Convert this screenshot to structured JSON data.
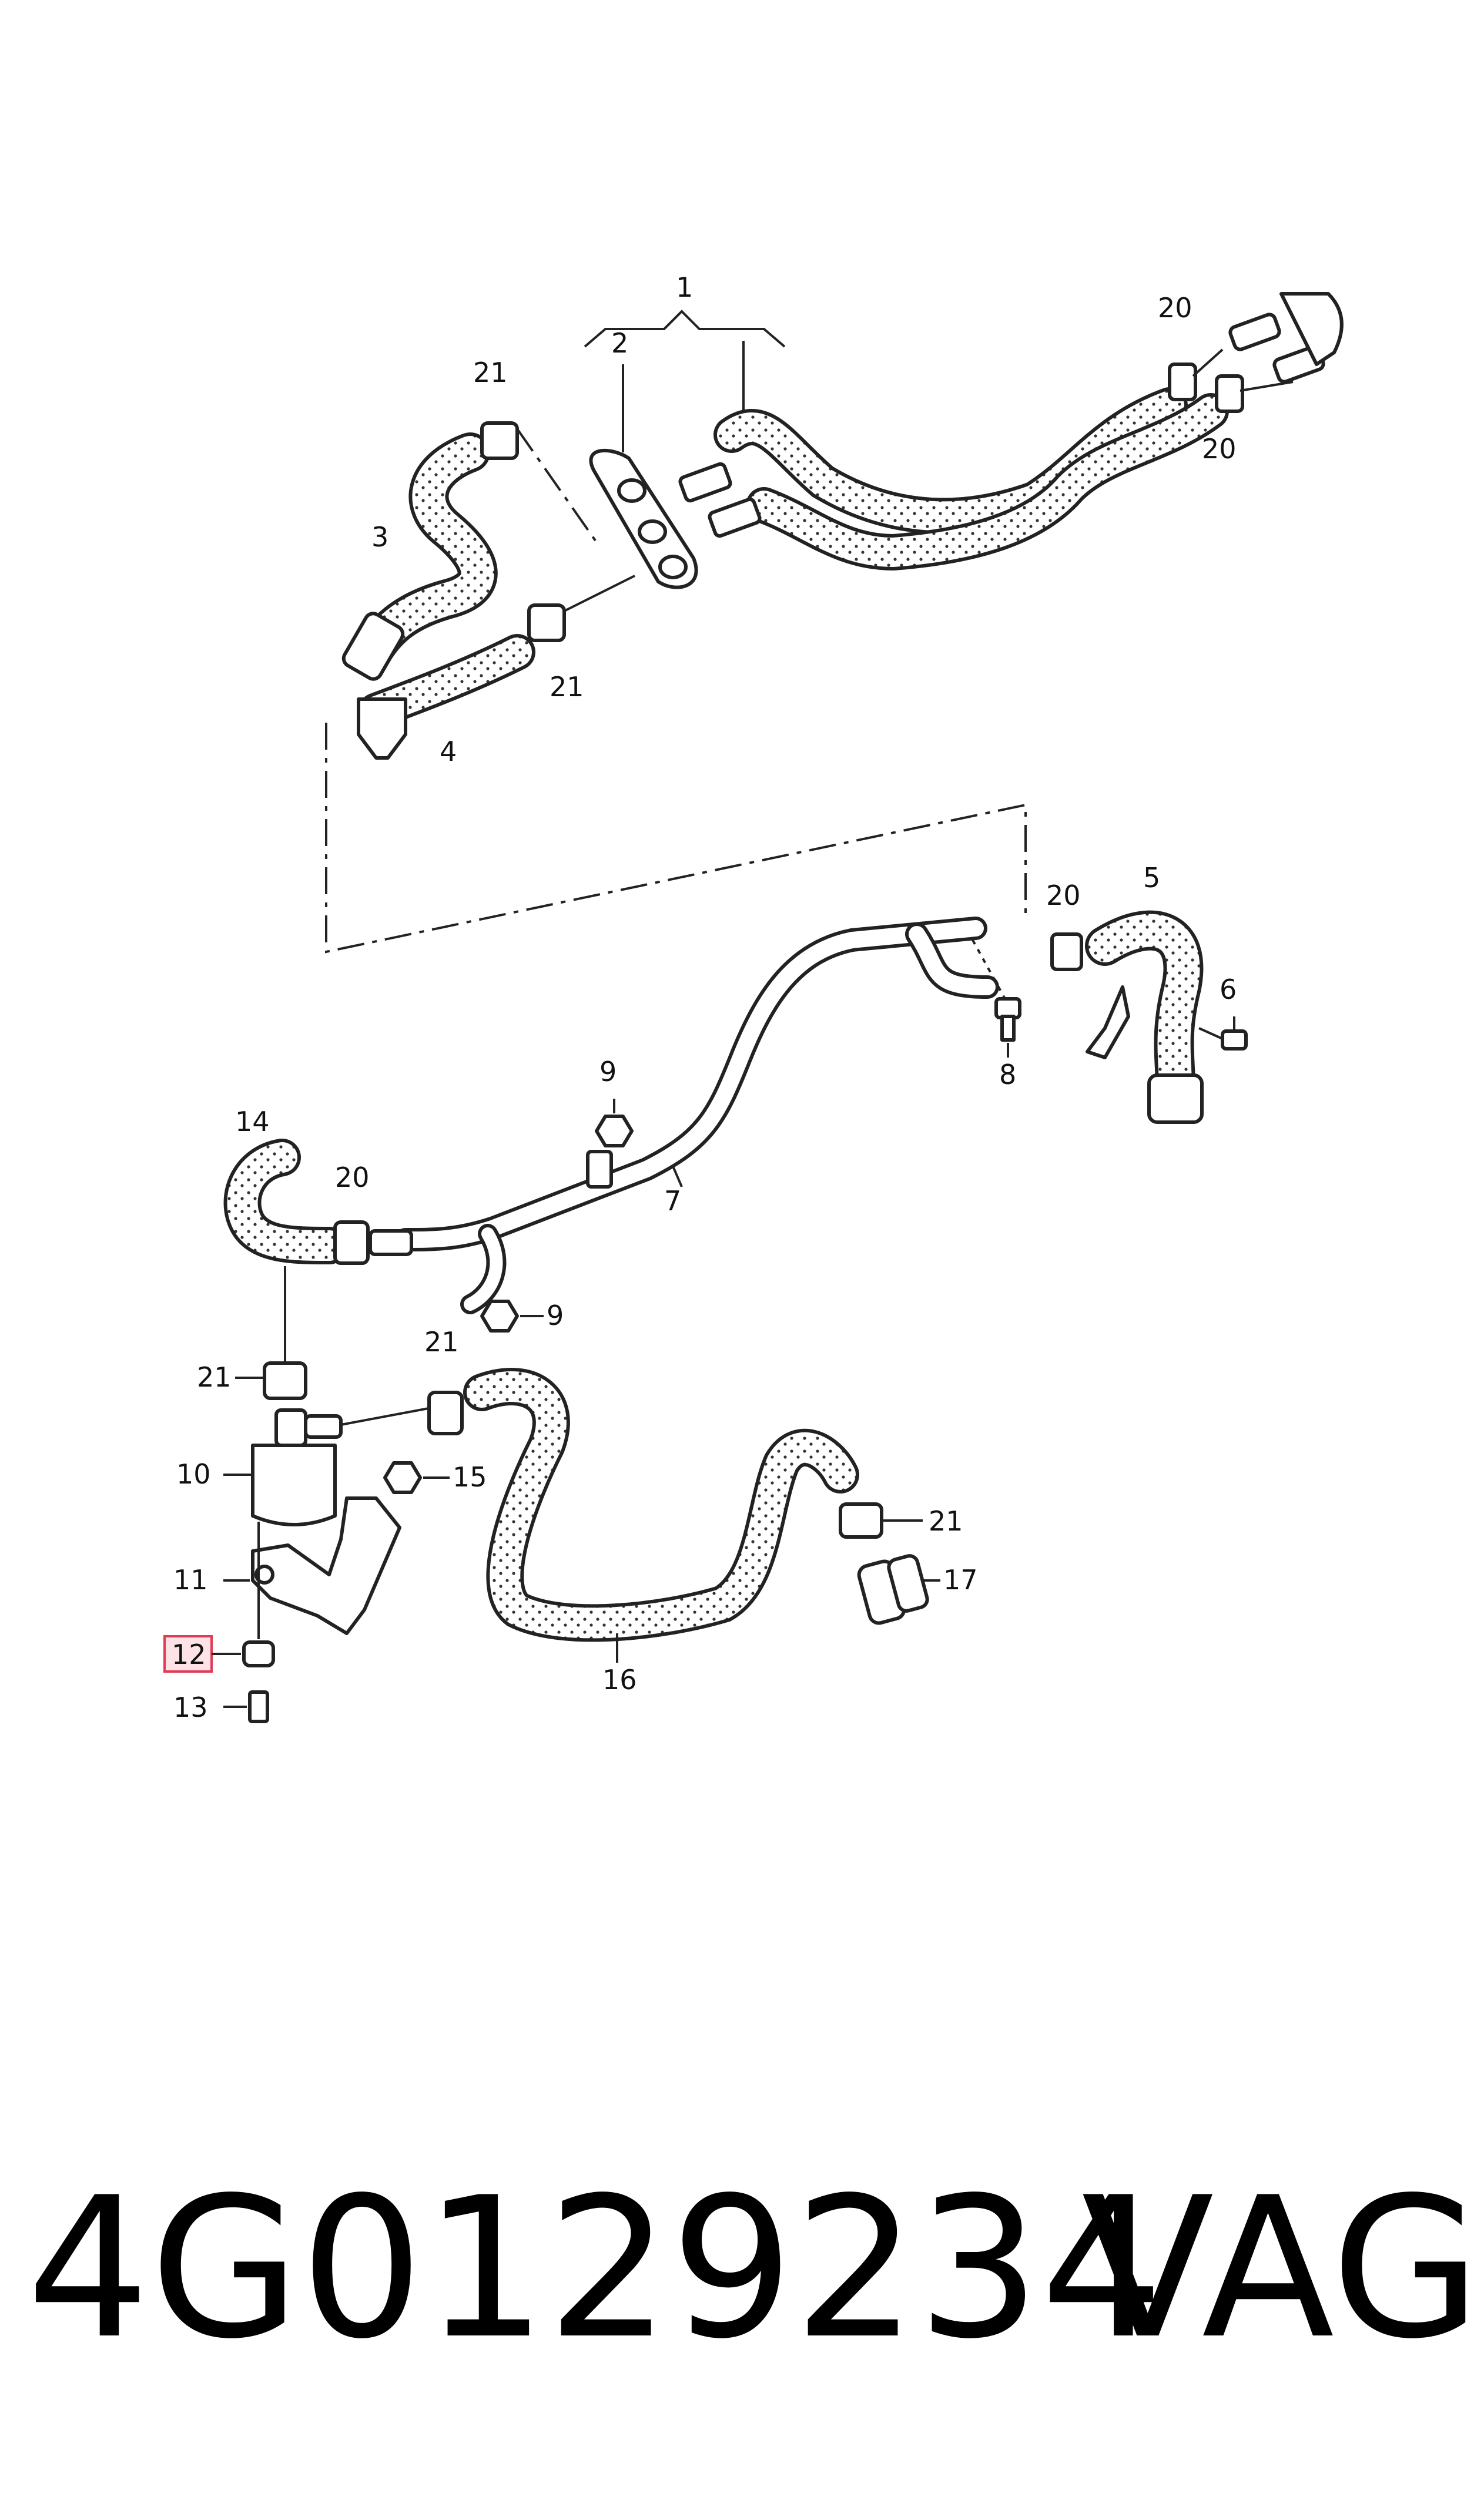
{
  "callouts": {
    "c1": "1",
    "c2": "2",
    "c3": "3",
    "c4": "4",
    "c5": "5",
    "c6": "6",
    "c7": "7",
    "c8": "8",
    "c9a": "9",
    "c9b": "9",
    "c10": "10",
    "c11": "11",
    "c12": "12",
    "c13": "13",
    "c14": "14",
    "c15": "15",
    "c16": "16",
    "c17": "17",
    "c20a": "20",
    "c20b": "20",
    "c20c": "20",
    "c20d": "20",
    "c21a": "21",
    "c21b": "21",
    "c21c": "21",
    "c21d": "21",
    "c21e": "21"
  },
  "highlighted_callout": "12",
  "footer": {
    "part_number": "4G0129234",
    "brand": "VAG"
  },
  "colors": {
    "highlight_fill": "#fde3e6",
    "highlight_border": "#e23a56",
    "ink": "#222222"
  }
}
